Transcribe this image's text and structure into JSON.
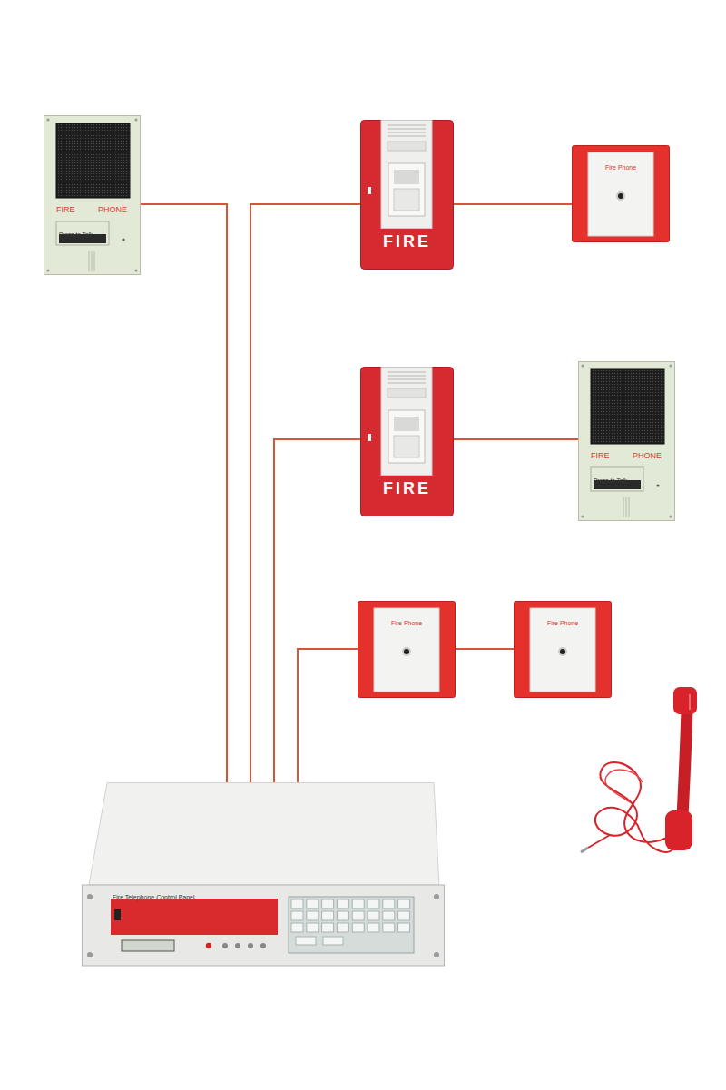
{
  "diagram": {
    "nodes": [
      {
        "text": [
          "FIRE",
          "PHONE",
          "Press to Talk"
        ]
      },
      {
        "text": [
          "FIRE"
        ]
      },
      {
        "text": [
          "Fire Phone"
        ]
      },
      {
        "text": [
          "FIRE"
        ]
      },
      {
        "text": [
          "FIRE",
          "PHONE",
          "Press to Talk"
        ]
      },
      {
        "text": [
          "Fire Phone"
        ]
      },
      {
        "text": [
          "Fire Phone"
        ]
      },
      {
        "text": [
          "Fire Telephone Control Panel"
        ]
      }
    ],
    "edges": [
      {
        "from": 7,
        "to": 0,
        "arrow": "none"
      },
      {
        "from": 7,
        "to": 1,
        "arrow": "none"
      },
      {
        "from": 1,
        "to": 2,
        "arrow": "none"
      },
      {
        "from": 7,
        "to": 3,
        "arrow": "none"
      },
      {
        "from": 3,
        "to": 4,
        "arrow": "none"
      },
      {
        "from": 7,
        "to": 5,
        "arrow": "none"
      },
      {
        "from": 5,
        "to": 6,
        "arrow": "none"
      }
    ]
  }
}
